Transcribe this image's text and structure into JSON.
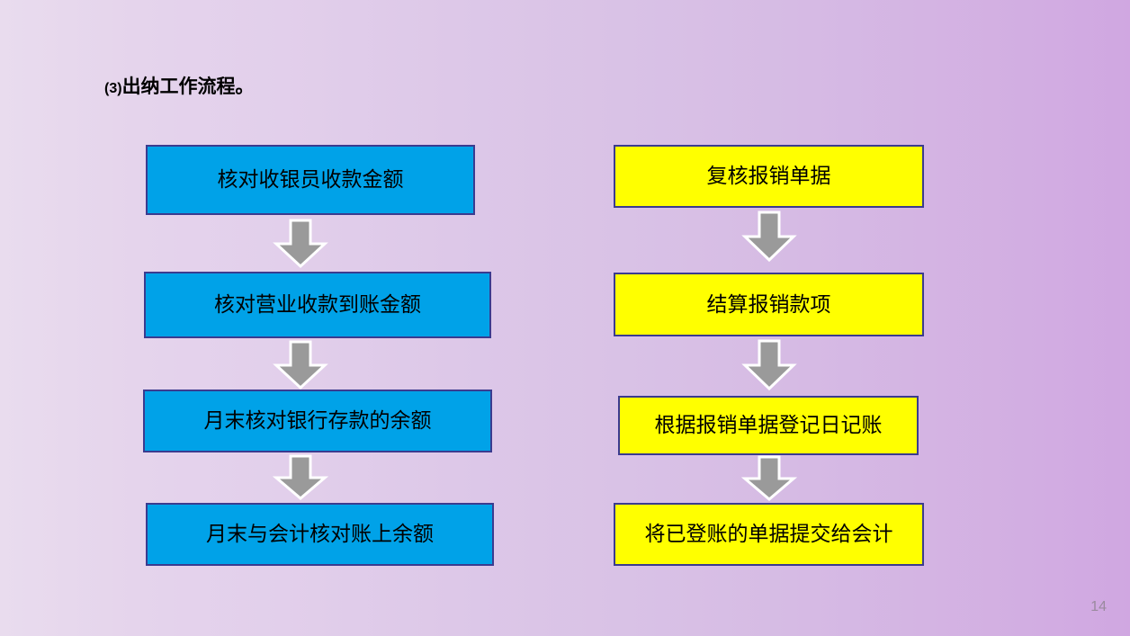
{
  "slide": {
    "title_prefix": "(3)",
    "title_text": "出纳工作流程。",
    "page_number": "14",
    "background_gradient_start": "#e9dcee",
    "background_gradient_end": "#d0a7e1"
  },
  "theme": {
    "blue_fill": "#00a2e8",
    "yellow_fill": "#ffff00",
    "box_border": "#3b3b8f",
    "arrow_fill": "#9a9a9a",
    "arrow_outline": "#ffffff",
    "text_color": "#000000",
    "page_number_color": "#9a8a9e"
  },
  "flow": {
    "left_column": {
      "name": "cash-collection-flow",
      "color": "#00a2e8",
      "steps": [
        {
          "label": "核对收银员收款金额"
        },
        {
          "label": "核对营业收款到账金额"
        },
        {
          "label": "月末核对银行存款的余额"
        },
        {
          "label": "月末与会计核对账上余额"
        }
      ],
      "connectors": [
        {
          "name": "arrow-left-1"
        },
        {
          "name": "arrow-left-2"
        },
        {
          "name": "arrow-left-3"
        }
      ]
    },
    "right_column": {
      "name": "reimbursement-flow",
      "color": "#ffff00",
      "steps": [
        {
          "label": "复核报销单据"
        },
        {
          "label": "结算报销款项"
        },
        {
          "label": "根据报销单据登记日记账"
        },
        {
          "label": "将已登账的单据提交给会计"
        }
      ],
      "connectors": [
        {
          "name": "arrow-right-1"
        },
        {
          "name": "arrow-right-2"
        },
        {
          "name": "arrow-right-3"
        }
      ]
    }
  }
}
